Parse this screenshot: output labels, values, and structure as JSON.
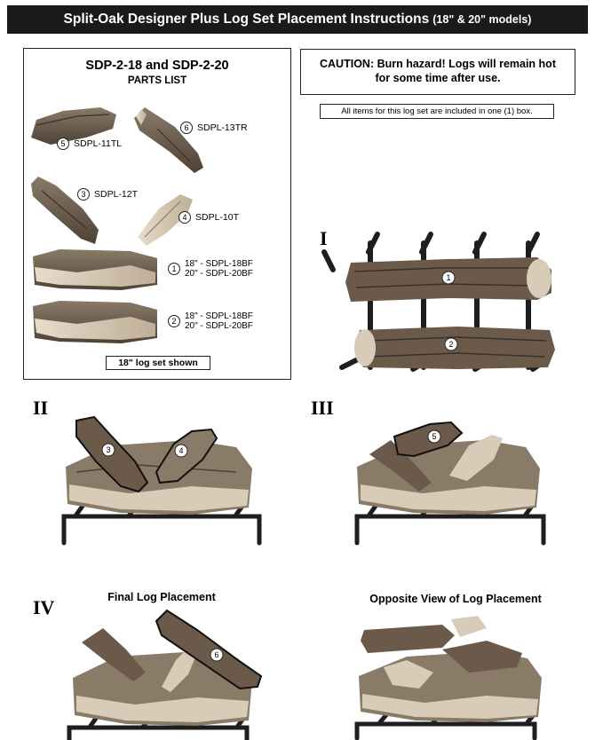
{
  "header": {
    "title": "Split-Oak Designer Plus Log Set Placement Instructions",
    "subtitle": "(18\" & 20\" models)"
  },
  "parts_list": {
    "model_title": "SDP-2-18 and SDP-2-20",
    "subtitle": "PARTS LIST",
    "parts": [
      {
        "num": "5",
        "label": "SDPL-11TL"
      },
      {
        "num": "6",
        "label": "SDPL-13TR"
      },
      {
        "num": "3",
        "label": "SDPL-12T"
      },
      {
        "num": "4",
        "label": "SDPL-10T"
      },
      {
        "num": "1",
        "line1": "18\" - SDPL-18BF",
        "line2": "20\" - SDPL-20BF"
      },
      {
        "num": "2",
        "line1": "18\" - SDPL-18BF",
        "line2": "20\" - SDPL-20BF"
      }
    ],
    "shown_note": "18\" log set shown"
  },
  "caution": {
    "line1": "CAUTION:  Burn hazard! Logs will remain hot",
    "line2": "for some time after use."
  },
  "included_note": "All items for this log set are included in one (1) box.",
  "steps": {
    "s1": {
      "numeral": "I",
      "markers": [
        "1",
        "2"
      ]
    },
    "s2": {
      "numeral": "II",
      "markers": [
        "3",
        "4"
      ]
    },
    "s3": {
      "numeral": "III",
      "markers": [
        "5"
      ]
    },
    "s4": {
      "numeral": "IV",
      "caption": "Final Log Placement",
      "markers": [
        "6"
      ]
    },
    "s5": {
      "caption": "Opposite View of Log Placement"
    }
  },
  "colors": {
    "header_bg": "#1a1a1a",
    "log_bark": "#6b5a4a",
    "log_wood": "#d8cbb8",
    "grate": "#1e1e1e"
  }
}
